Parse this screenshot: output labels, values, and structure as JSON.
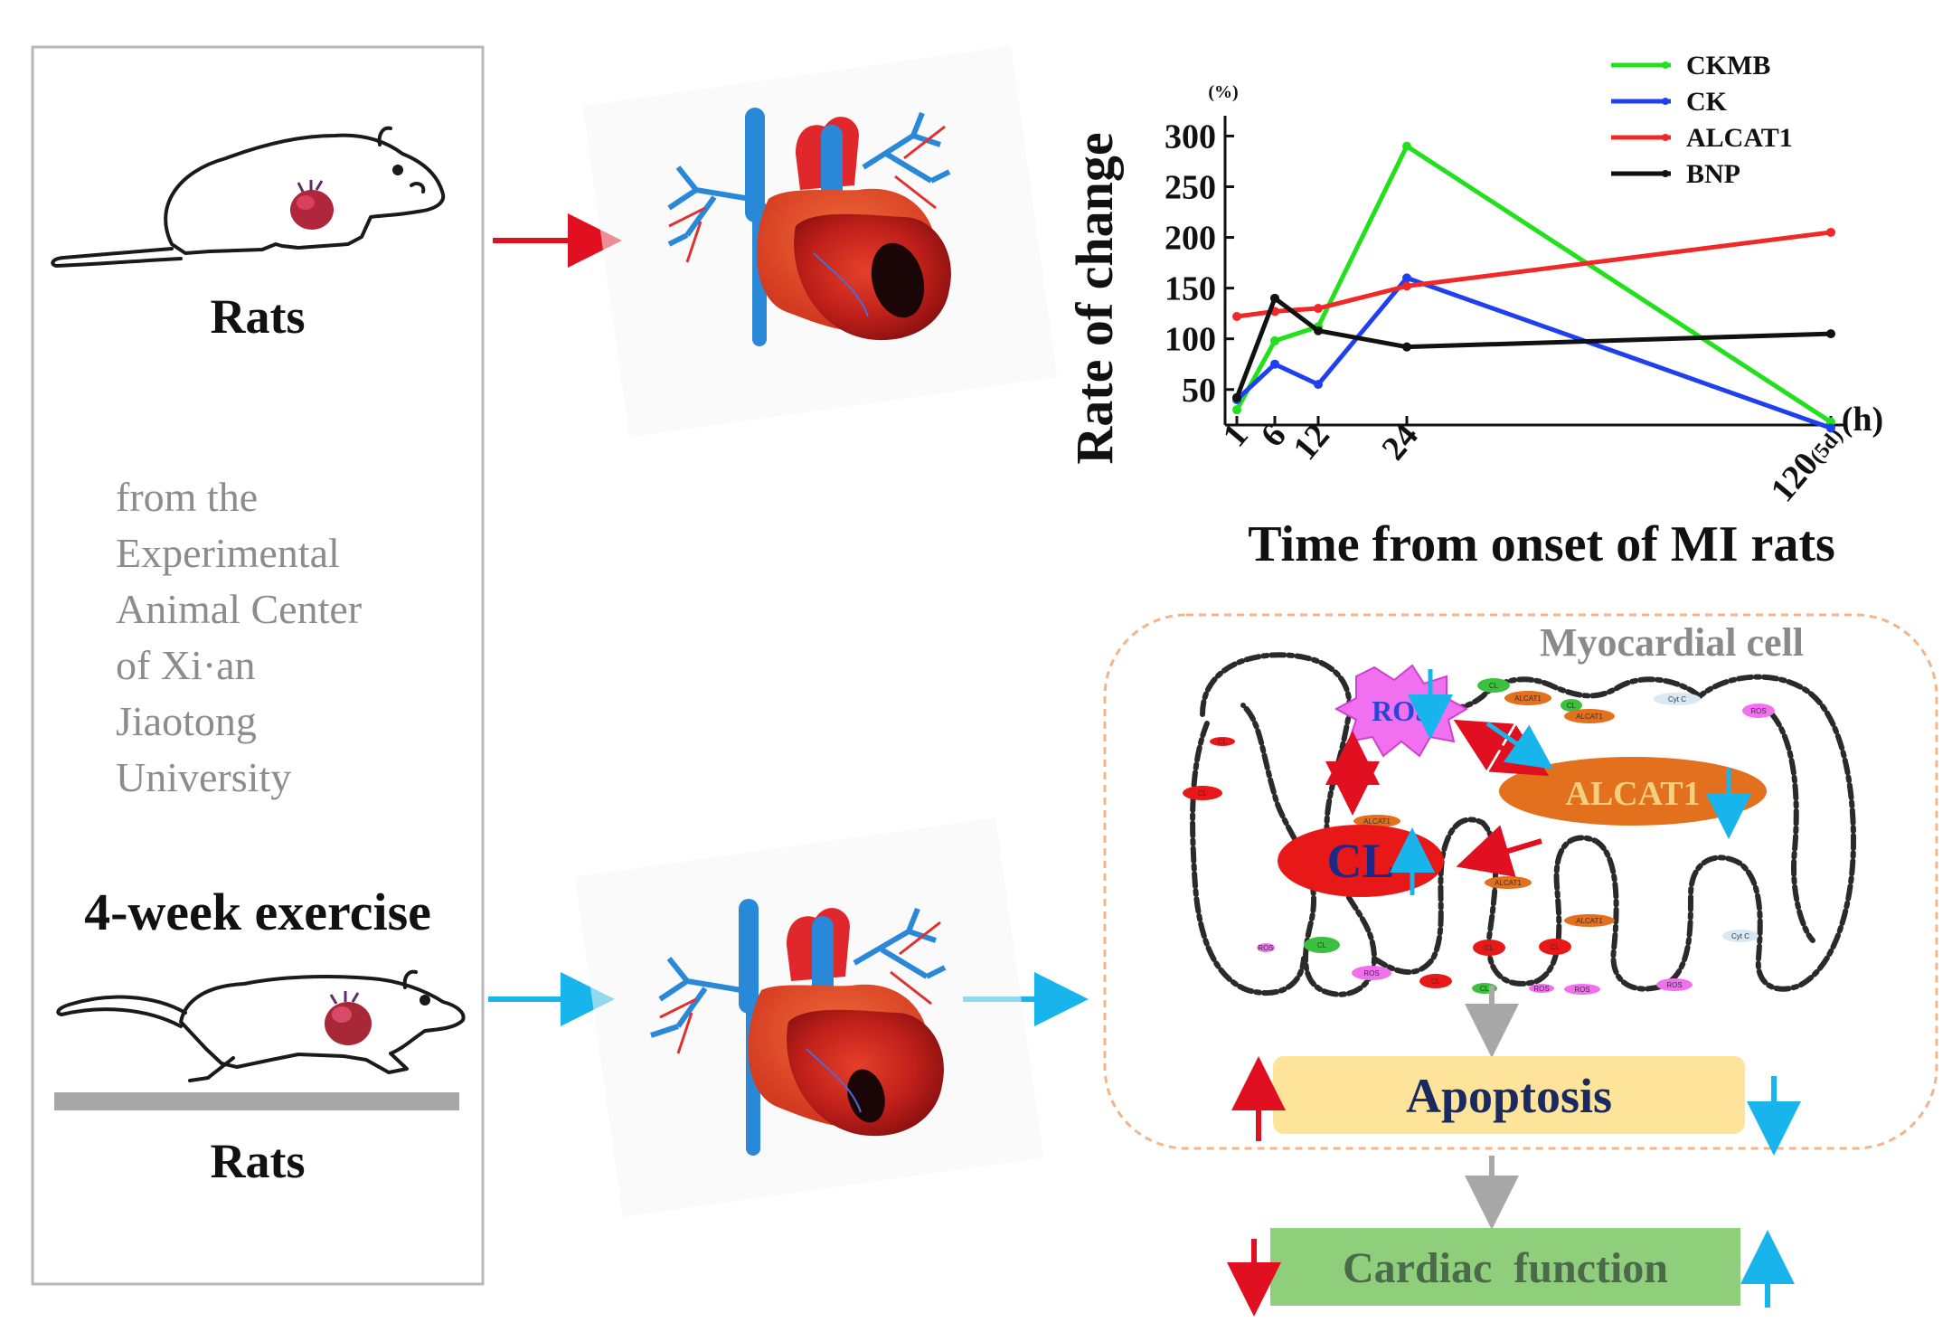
{
  "left_panel": {
    "top_label": "Rats",
    "source_lines": [
      "from the",
      "Experimental",
      "Animal Center",
      "of Xi·an",
      "Jiaotong",
      "University"
    ],
    "exercise_label": "4-week exercise",
    "bottom_label": "Rats"
  },
  "chart_data": {
    "type": "line",
    "x": [
      1,
      6,
      12,
      24,
      120
    ],
    "x_tick_labels": [
      "1",
      "6",
      "12",
      "24",
      "120"
    ],
    "x_tick_suffix": "(5d)",
    "xlabel": "Time from onset of MI rats",
    "x_unit": "(h)",
    "ylabel": "Rate of change",
    "y_unit": "(%)",
    "y_ticks": [
      50,
      100,
      150,
      200,
      250,
      300
    ],
    "ylim": [
      15,
      320
    ],
    "series": [
      {
        "name": "CKMB",
        "color": "#22e01c",
        "values": [
          30,
          98,
          112,
          290,
          18
        ]
      },
      {
        "name": "CK",
        "color": "#2040f0",
        "values": [
          40,
          75,
          55,
          160,
          12
        ]
      },
      {
        "name": "ALCAT1",
        "color": "#f02828",
        "values": [
          122,
          127,
          130,
          152,
          205
        ]
      },
      {
        "name": "BNP",
        "color": "#111111",
        "values": [
          42,
          140,
          108,
          92,
          105
        ]
      }
    ]
  },
  "cell": {
    "title": "Myocardial cell",
    "ros": "ROS",
    "alcat1": "ALCAT1",
    "cl": "CL",
    "small_cl": "CL",
    "small_cytc": "Cyt C",
    "small_alcat1": "ALCAT1",
    "small_ros": "ROS"
  },
  "apoptosis": "Apoptosis",
  "cardiac_function": "Cardiac  function",
  "colors": {
    "red_arrow": "#e01020",
    "blue_arrow": "#18b4ec",
    "gray_arrow": "#a8a8a8",
    "apoptosis_fill": "#fde49a",
    "cardiac_fill": "#8fcf7c",
    "alcat1_fill": "#e2701c",
    "cl_fill": "#e81818",
    "ros_fill": "#f070f0"
  }
}
